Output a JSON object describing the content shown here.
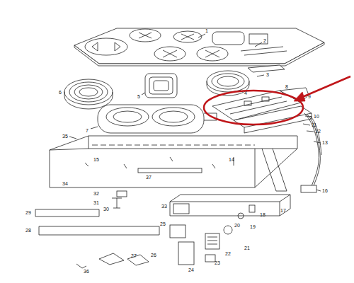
{
  "diagram": {
    "labels": [
      "1",
      "2",
      "3",
      "4",
      "5",
      "6",
      "7",
      "8",
      "9",
      "10",
      "11",
      "12",
      "13",
      "14",
      "15",
      "16",
      "17",
      "18",
      "19",
      "20",
      "21",
      "22",
      "23",
      "24",
      "25",
      "26",
      "27",
      "28",
      "29",
      "30",
      "31",
      "32",
      "33",
      "34",
      "35",
      "36",
      "37"
    ]
  }
}
